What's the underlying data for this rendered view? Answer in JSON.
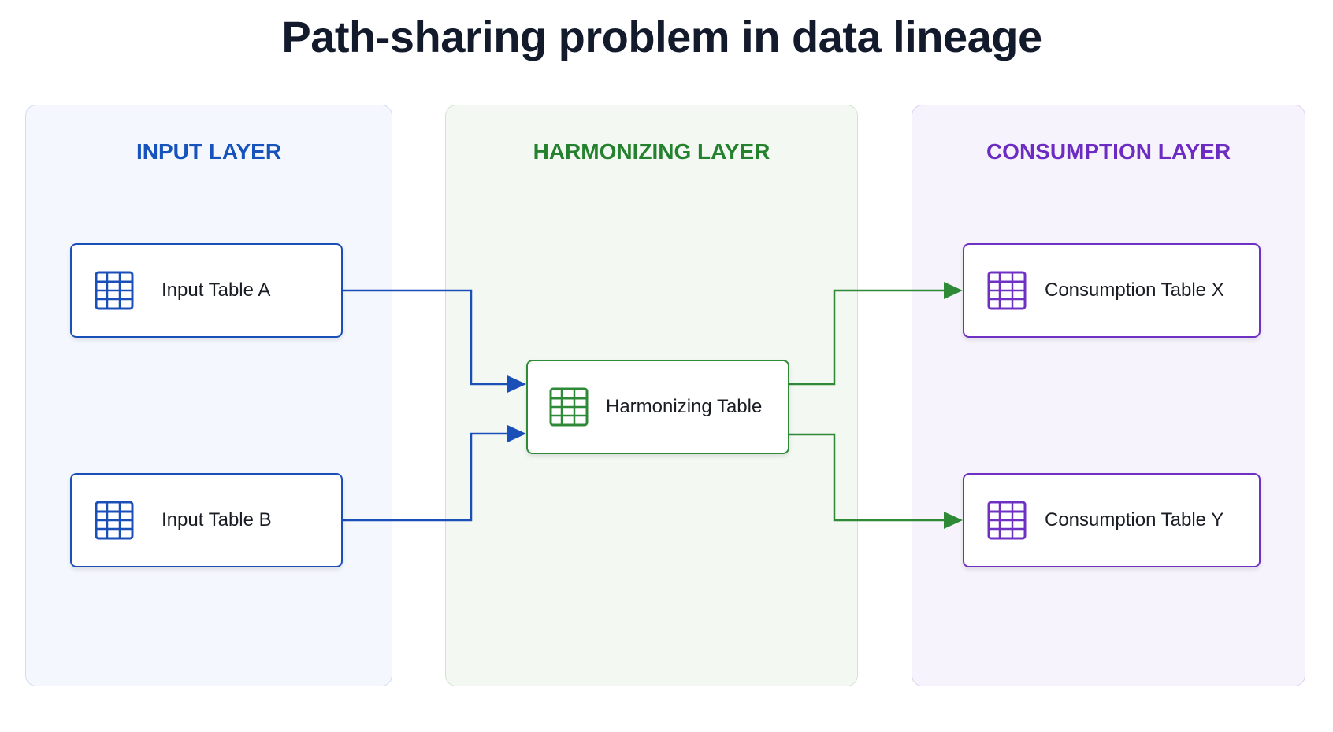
{
  "title": "Path-sharing problem in data lineage",
  "layers": {
    "input": {
      "label": "INPUT LAYER",
      "color": "#1653bd"
    },
    "harmonizing": {
      "label": "HARMONIZING LAYER",
      "color": "#24812e"
    },
    "consumption": {
      "label": "CONSUMPTION LAYER",
      "color": "#6c2cc2"
    }
  },
  "nodes": {
    "input_a": {
      "label": "Input Table A",
      "icon": "table-grid-icon",
      "color": "#1a4fb8"
    },
    "input_b": {
      "label": "Input Table B",
      "icon": "table-grid-icon",
      "color": "#1a4fb8"
    },
    "harmonizing": {
      "label": "Harmonizing Table",
      "icon": "table-grid-icon",
      "color": "#2f8a38"
    },
    "consumption_x": {
      "label": "Consumption Table X",
      "icon": "table-grid-icon",
      "color": "#6f30c4"
    },
    "consumption_y": {
      "label": "Consumption Table Y",
      "icon": "table-grid-icon",
      "color": "#6f30c4"
    }
  },
  "edges": [
    {
      "from": "input_a",
      "to": "harmonizing",
      "color": "#1a4fb8"
    },
    {
      "from": "input_b",
      "to": "harmonizing",
      "color": "#1a4fb8"
    },
    {
      "from": "harmonizing",
      "to": "consumption_x",
      "color": "#2f8a38"
    },
    {
      "from": "harmonizing",
      "to": "consumption_y",
      "color": "#2f8a38"
    }
  ]
}
